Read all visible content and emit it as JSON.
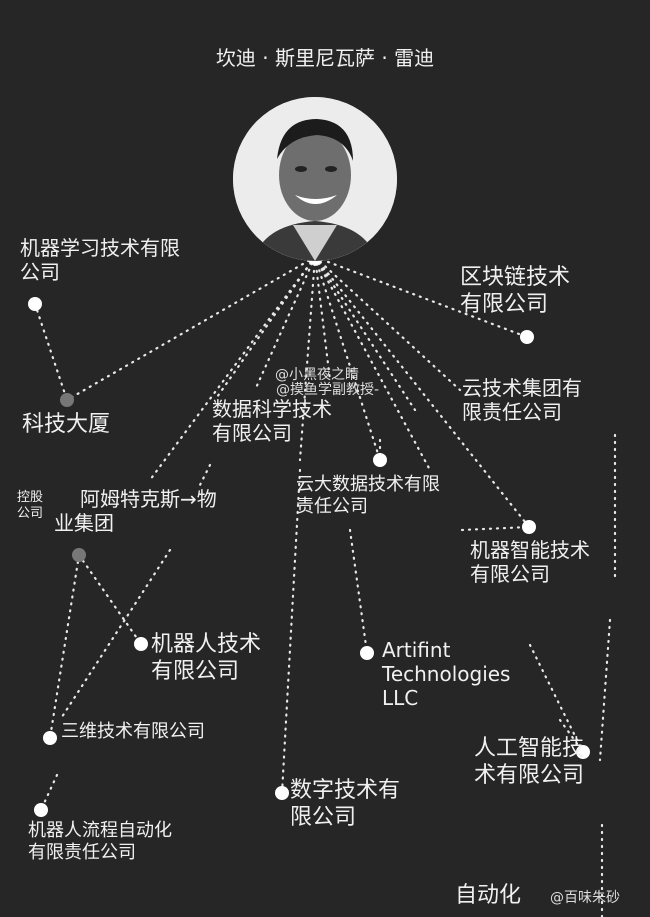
{
  "title": "坎迪 · 斯里尼瓦萨 · 雷迪",
  "nodes": {
    "ml_company": [
      "机器学习技术有限",
      "公司"
    ],
    "tech_tower": "科技大厦",
    "blockchain": [
      "区块链技术",
      "有限公司"
    ],
    "cloud_group": [
      "云技术集团有",
      "限责任公司"
    ],
    "data_science": [
      "数据科学技术",
      "有限公司"
    ],
    "cloud_bigdata": [
      "云大数据技术有限",
      "责任公司"
    ],
    "holding_label": [
      "控股",
      "公司"
    ],
    "amsterdam": [
      "阿姆特克斯→物",
      "业集团"
    ],
    "machine_intel": [
      "机器智能技术",
      "有限公司"
    ],
    "robotics": [
      "机器人技术",
      "有限公司"
    ],
    "artifint": [
      "Artifint",
      "Technologies",
      "LLC"
    ],
    "three_d": "三维技术有限公司",
    "ai_company": [
      "人工智能技",
      "术有限公司"
    ],
    "digital_tech": [
      "数字技术有",
      "限公司"
    ],
    "rpa": [
      "机器人流程自动化",
      "有限责任公司"
    ],
    "automation": "自动化"
  },
  "watermarks": {
    "weibo1": "@小黑夜之睛",
    "weibo2": "@摸鱼学副教授-",
    "bottom": "@百味朱砂"
  }
}
